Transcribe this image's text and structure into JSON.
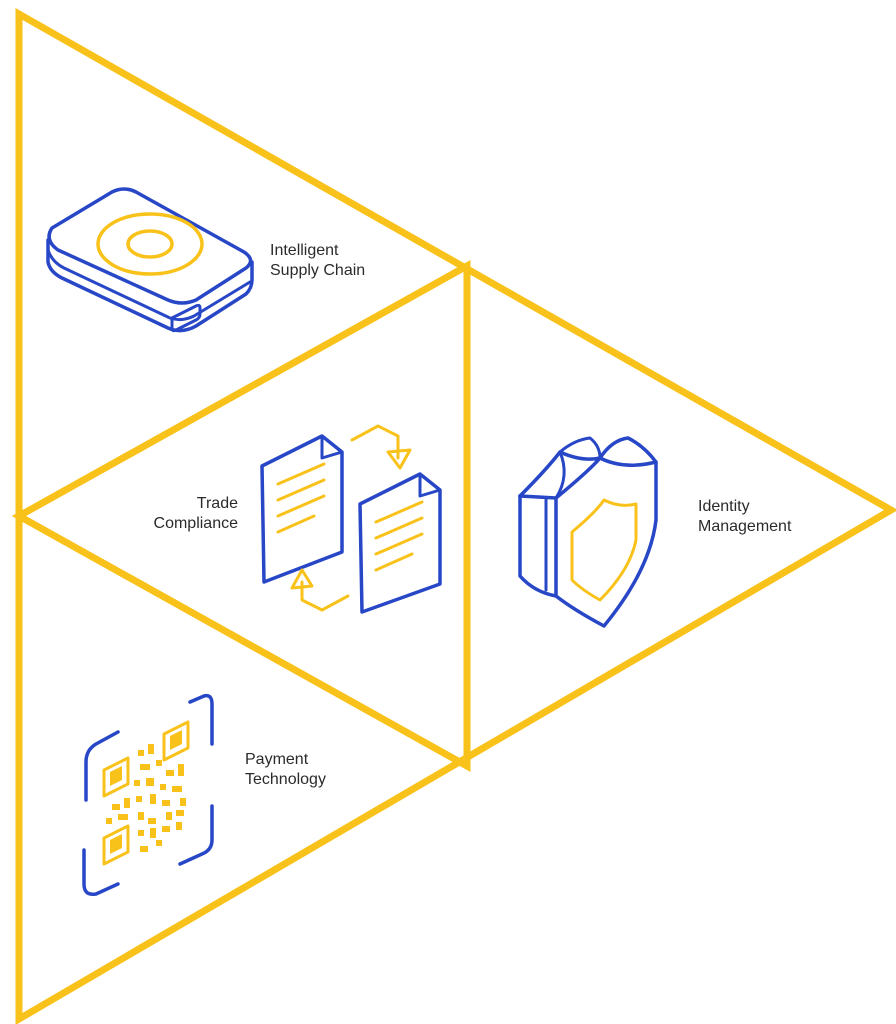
{
  "colors": {
    "frame": "#F9C21A",
    "icon_primary": "#2747C7",
    "icon_accent": "#F9C21A",
    "text": "#2b2b2b",
    "background": "#ffffff"
  },
  "segments": [
    {
      "id": "supply-chain",
      "label_lines": [
        "Intelligent",
        "Supply Chain"
      ],
      "icon": "device-icon"
    },
    {
      "id": "trade-compliance",
      "label_lines": [
        "Trade",
        "Compliance"
      ],
      "icon": "documents-exchange-icon"
    },
    {
      "id": "identity-management",
      "label_lines": [
        "Identity",
        "Management"
      ],
      "icon": "shield-icon"
    },
    {
      "id": "payment-technology",
      "label_lines": [
        "Payment",
        "Technology"
      ],
      "icon": "qr-code-icon"
    }
  ]
}
